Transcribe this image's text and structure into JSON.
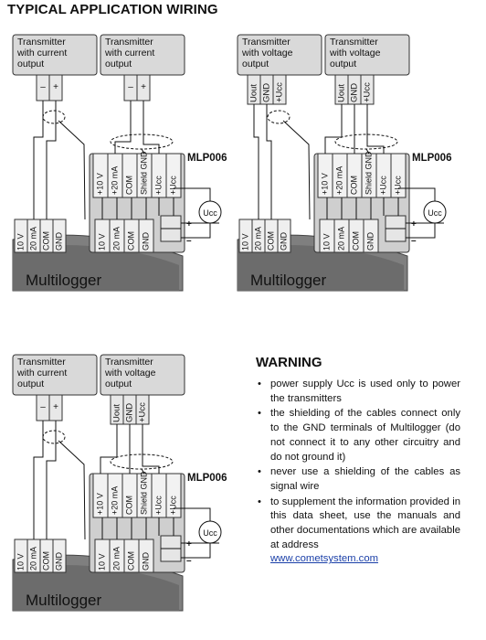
{
  "page": {
    "title": "TYPICAL APPLICATION WIRING"
  },
  "device": {
    "name": "MLP006",
    "terminals": [
      "+10 V",
      "+20 mA",
      "COM",
      "Shield GND",
      "+Ucc",
      "+Ucc"
    ],
    "supply_symbol": "Ucc",
    "plus": "+",
    "minus": "–"
  },
  "multilogger": {
    "label": "Multilogger",
    "terminals": [
      "10 V",
      "20 mA",
      "COM",
      "GND"
    ]
  },
  "transmitter_current": {
    "label_lines": [
      "Transmitter",
      "with current",
      "output"
    ],
    "terminals": [
      "–",
      "+"
    ]
  },
  "transmitter_voltage": {
    "label_lines": [
      "Transmitter",
      "with voltage",
      "output"
    ],
    "terminals": [
      "Uout",
      "GND",
      "+Ucc"
    ]
  },
  "diagrams": [
    {
      "id": "current-current",
      "transmitters": [
        "current",
        "current"
      ]
    },
    {
      "id": "voltage-voltage",
      "transmitters": [
        "voltage",
        "voltage"
      ]
    },
    {
      "id": "current-voltage",
      "transmitters": [
        "current",
        "voltage"
      ]
    }
  ],
  "warning": {
    "title": "WARNING",
    "items": [
      "power supply Ucc is used only to power the transmitters",
      "the shielding of the cables connect only to the GND terminals of Multilogger (do not connect it to any other circuitry and do not ground it)",
      "never use a shielding of the cables as signal wire",
      "to supplement the information provided in this data sheet, use the manuals and other documentations which are available at address"
    ],
    "link": "www.cometsystem.com"
  }
}
